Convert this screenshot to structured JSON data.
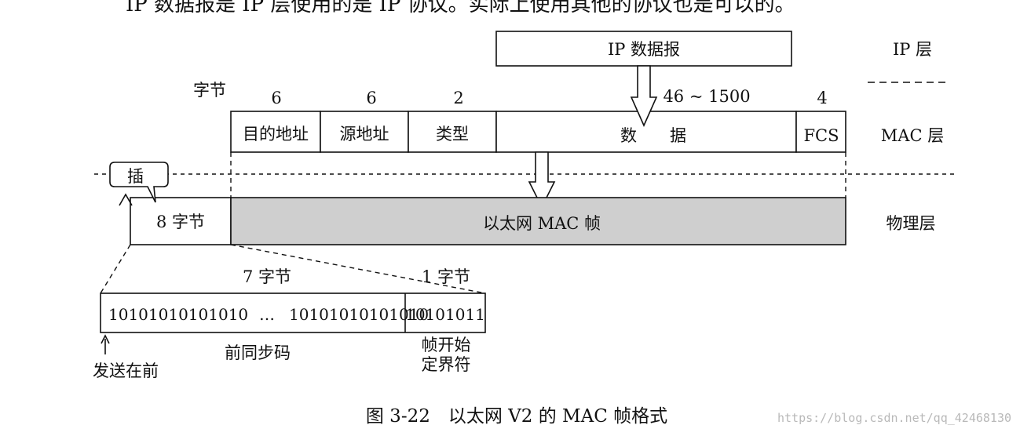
{
  "top_text": "IP 数据报是 IP 层使用的是 IP 协议。实际上使用其他的协议也是可以的。",
  "layers": {
    "ip": "IP 层",
    "mac": "MAC 层",
    "phy": "物理层"
  },
  "ip_packet": "IP 数据报",
  "bytes_label": "字节",
  "fields": [
    {
      "name": "目的地址",
      "size": "6"
    },
    {
      "name": "源地址",
      "size": "6"
    },
    {
      "name": "类型",
      "size": "2"
    },
    {
      "name": "数　　据",
      "size": "46 ~ 1500"
    },
    {
      "name": "FCS",
      "size": "4"
    }
  ],
  "insert_label": "插",
  "preamble_bytes": "8 字节",
  "mac_frame": "以太网 MAC 帧",
  "seven_bytes": "7 字节",
  "one_byte": "1 字节",
  "preamble_bits_a": "10101010101010",
  "ellipsis": "…",
  "preamble_bits_b": "10101010101010",
  "sfd_bits": "10101011",
  "preamble_name": "前同步码",
  "sfd_name_1": "帧开始",
  "sfd_name_2": "定界符",
  "send_first": "发送在前",
  "caption": "图 3-22　以太网 V2 的 MAC 帧格式",
  "watermark": "https://blog.csdn.net/qq_42468130"
}
